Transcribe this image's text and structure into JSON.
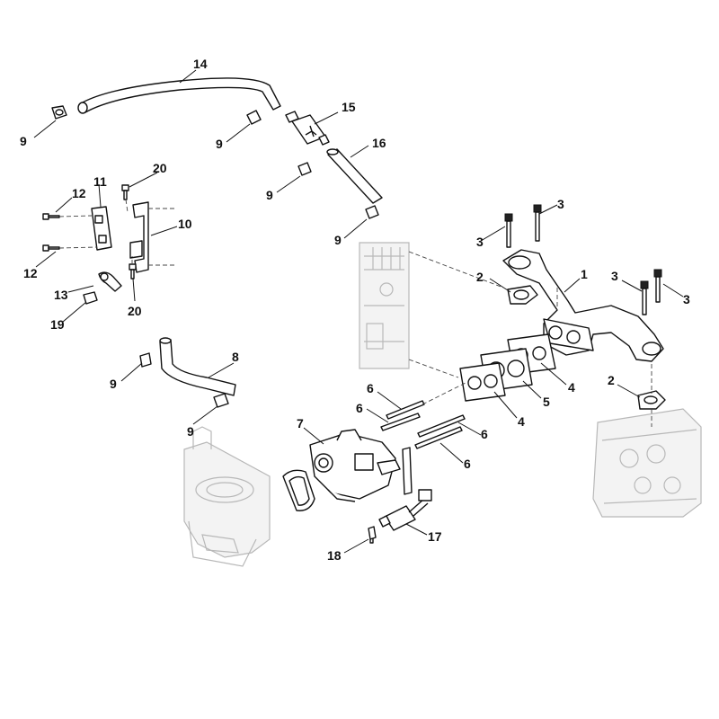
{
  "diagram": {
    "background": "#ffffff",
    "line_color": "#111111",
    "ghost_color": "#b8b8b8",
    "callouts": {
      "c1": "1",
      "c2a": "2",
      "c2b": "2",
      "c3a": "3",
      "c3b": "3",
      "c3c": "3",
      "c3d": "3",
      "c4a": "4",
      "c4b": "4",
      "c5": "5",
      "c6a": "6",
      "c6b": "6",
      "c6c": "6",
      "c6d": "6",
      "c7": "7",
      "c8": "8",
      "c9a": "9",
      "c9b": "9",
      "c9c": "9",
      "c9d": "9",
      "c9e": "9",
      "c9f": "9",
      "c10": "10",
      "c11": "11",
      "c12a": "12",
      "c12b": "12",
      "c13": "13",
      "c14": "14",
      "c15": "15",
      "c16": "16",
      "c17": "17",
      "c18": "18",
      "c19": "19",
      "c20a": "20",
      "c20b": "20"
    }
  }
}
